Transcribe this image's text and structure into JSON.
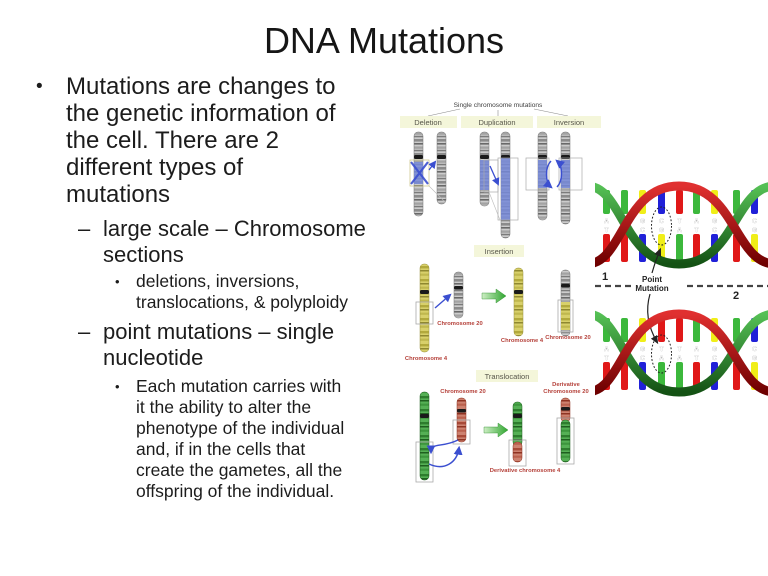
{
  "slide": {
    "title": "DNA Mutations"
  },
  "bullets": [
    {
      "marker": "•",
      "lines": [
        "Mutations are changes to",
        "the genetic information of",
        "the cell. There are 2",
        "different types of",
        "mutations"
      ]
    },
    {
      "marker": "–",
      "lines": [
        "large scale – Chromosome",
        "sections"
      ]
    },
    {
      "marker": "•",
      "lines": [
        "deletions, inversions,",
        "translocations, & polyploidy"
      ]
    },
    {
      "marker": "–",
      "lines": [
        "point mutations – single",
        "nucleotide"
      ]
    },
    {
      "marker": "•",
      "lines": [
        "Each mutation carries with",
        "it the ability to alter the",
        "phenotype of the individual",
        "and, if in the cells that",
        "create the gametes, all the",
        "offspring of the individual."
      ]
    }
  ],
  "chromosome_diagram": {
    "header": "Single chromosome mutations",
    "top_labels": [
      "Deletion",
      "Duplication",
      "Inversion"
    ],
    "insertion": {
      "label": "Insertion",
      "chr20_label": "Chromosome 20",
      "chr4_label": "Chromosome 4",
      "result_chr4_label": "Chromosome 4",
      "result_chr20_label": "Chromosome 20"
    },
    "translocation": {
      "label": "Translocation",
      "chr20_label": "Chromosome 20",
      "chr4_label": "Chromosome 4",
      "derivative4_label": "Derivative chromosome 4",
      "derivative20_line1": "Derivative",
      "derivative20_line2": "Chromosome 20"
    }
  },
  "dna_figure": {
    "stage1": "1",
    "stage2": "2",
    "point_mutation_line1": "Point",
    "point_mutation_line2": "Mutation",
    "helix1_pairs": [
      {
        "top": "A",
        "bottom": "T"
      },
      {
        "top": "A",
        "bottom": "T"
      },
      {
        "top": "G",
        "bottom": "C"
      },
      {
        "top": "C",
        "bottom": "G"
      },
      {
        "top": "T",
        "bottom": "A"
      },
      {
        "top": "A",
        "bottom": "T"
      },
      {
        "top": "G",
        "bottom": "C"
      },
      {
        "top": "A",
        "bottom": "T"
      },
      {
        "top": "C",
        "bottom": "G"
      }
    ],
    "helix2_pairs": [
      {
        "top": "A",
        "bottom": "T"
      },
      {
        "top": "A",
        "bottom": "T"
      },
      {
        "top": "G",
        "bottom": "C"
      },
      {
        "top": "T",
        "bottom": "A"
      },
      {
        "top": "T",
        "bottom": "A"
      },
      {
        "top": "A",
        "bottom": "T"
      },
      {
        "top": "G",
        "bottom": "C"
      },
      {
        "top": "A",
        "bottom": "T"
      },
      {
        "top": "C",
        "bottom": "G"
      }
    ]
  },
  "colors": {
    "annotation_blue": "#3b4fd0",
    "label_red": "#b5413a",
    "label_banner": "#f4f6da",
    "arrow_green": "#2fa52f",
    "base_a_green": "#3cb83c",
    "base_t_red": "#e01818",
    "base_c_blue": "#2020d8",
    "base_g_yellow": "#f0ee18",
    "ribbon_red": "#a01010",
    "ribbon_green": "#2e8b2e"
  }
}
